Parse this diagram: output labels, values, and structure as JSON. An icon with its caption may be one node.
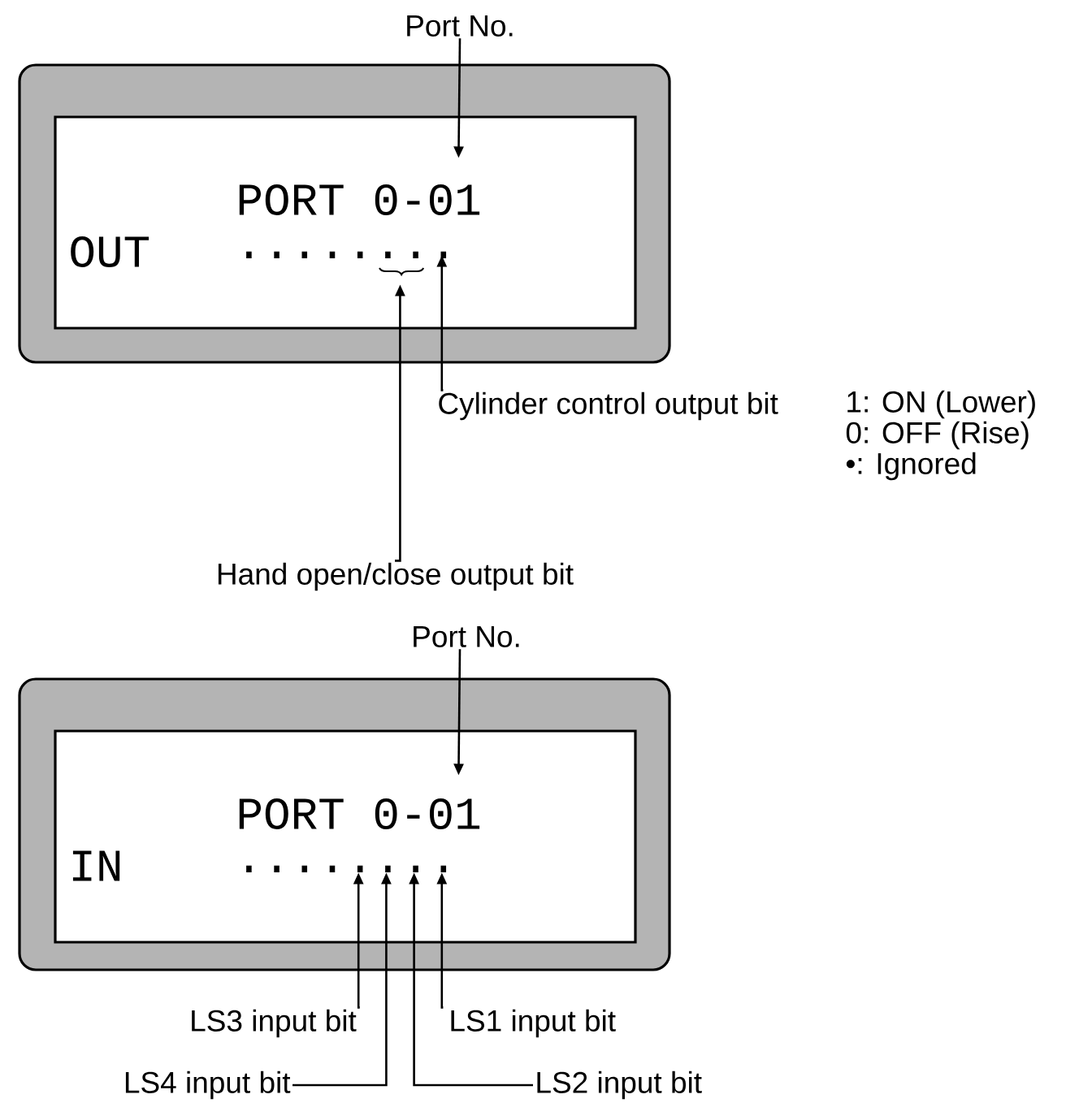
{
  "diagram": {
    "nodes": [
      {
        "text": [
          "Port No."
        ]
      },
      {
        "text": [],
        "shape": "box"
      },
      {
        "text": [
          "PORT 0-01",
          "OUT",
          "........"
        ],
        "in": 1
      },
      {
        "text": [
          "Cylinder control output bit"
        ]
      },
      {
        "text": [
          "Hand open/close output bit"
        ]
      },
      {
        "text": [
          "Port No."
        ]
      },
      {
        "text": [],
        "shape": "box"
      },
      {
        "text": [
          "PORT 0-01",
          "IN",
          "........"
        ],
        "in": 6
      },
      {
        "text": [
          "LS3 input bit"
        ]
      },
      {
        "text": [
          "LS1 input bit"
        ]
      },
      {
        "text": [
          "LS4 input bit"
        ]
      },
      {
        "text": [
          "LS2 input bit"
        ]
      }
    ],
    "edges": [
      {
        "from": 0,
        "to": 2,
        "arrow": "to"
      },
      {
        "from": 3,
        "to": 2,
        "arrow": "to"
      },
      {
        "from": 4,
        "to": 2,
        "arrow": "to"
      },
      {
        "from": 5,
        "to": 7,
        "arrow": "to"
      },
      {
        "from": 8,
        "to": 7,
        "arrow": "to"
      },
      {
        "from": 9,
        "to": 7,
        "arrow": "to"
      },
      {
        "from": 10,
        "to": 7,
        "arrow": "to"
      },
      {
        "from": 11,
        "to": 7,
        "arrow": "to"
      }
    ],
    "labels": [
      "1: ON (Lower)",
      "0: OFF (Rise)",
      "•: Ignored"
    ]
  }
}
